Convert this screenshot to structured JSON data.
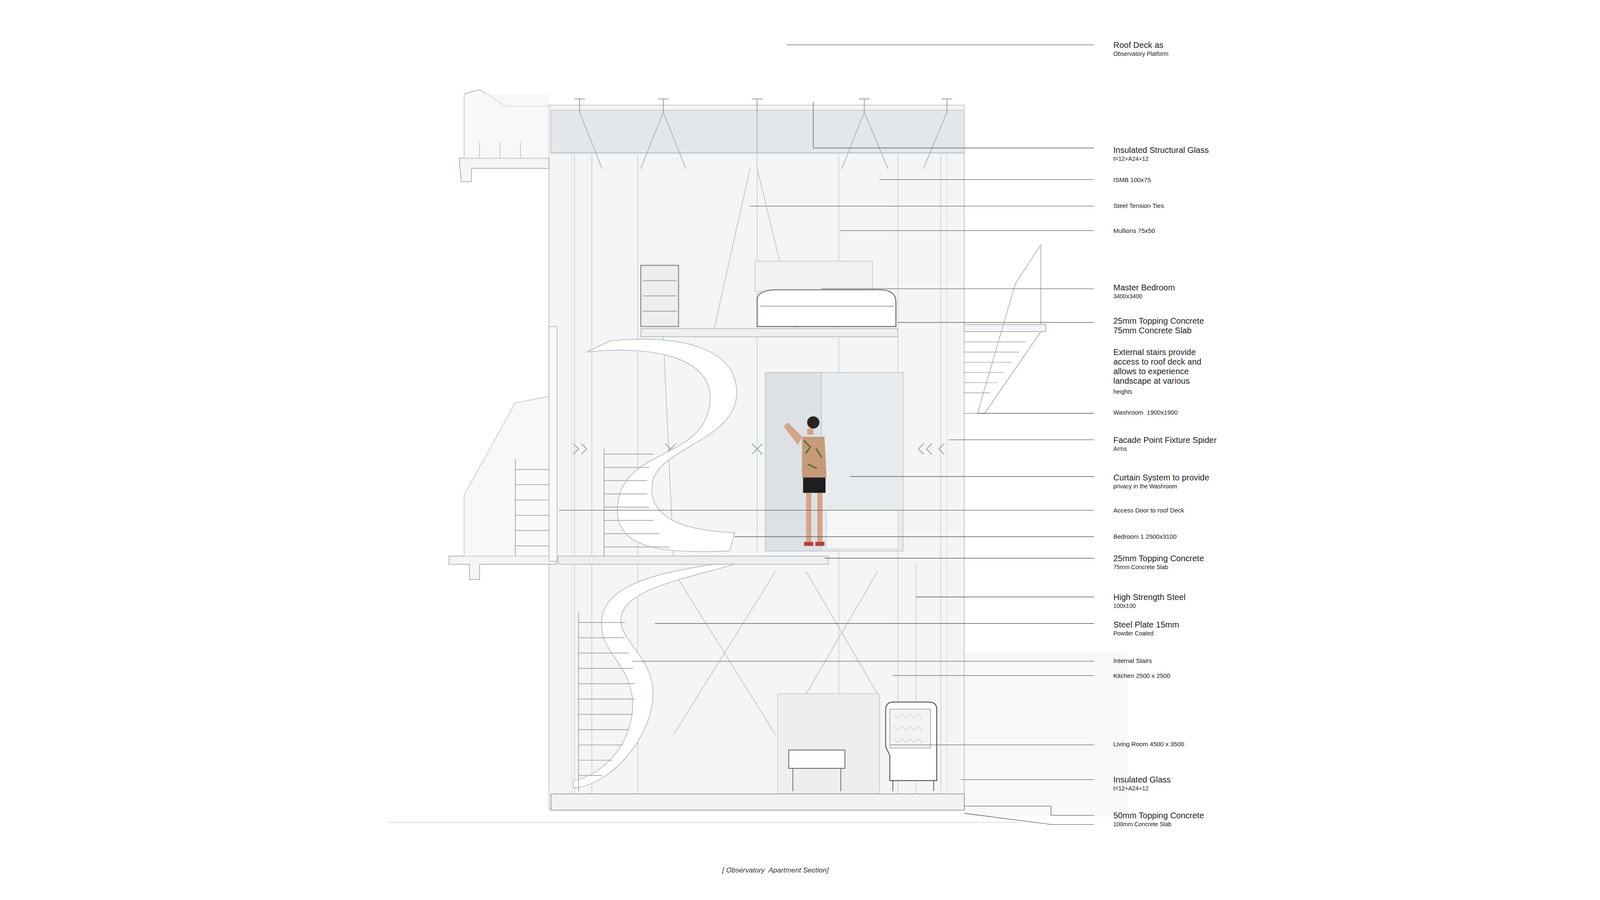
{
  "diagram": {
    "caption": "[ Observatory  Apartment Section]",
    "labels": [
      "Roof Deck as",
      "Observatory Platform",
      "Insulated Structural Glass",
      "t=12+A24+12",
      "ISMB 100x75",
      "Steel Tension Ties",
      "Mullions 75x50",
      "Master Bedroom",
      "3400x3400",
      "25mm Topping Concrete",
      "75mm Concrete Slab",
      "External stairs provide access to roof deck and allows to experience landscape at various",
      "heights",
      "Washroom  1900x1900",
      "Facade Point Fixture Spider",
      "Arms",
      "Curtain System to provide",
      "privacy in the Washroom",
      "Access Door to roof Deck",
      "Bedroom 1 2500x3100",
      "25mm Topping Concrete",
      "75mm Concrete Slab",
      "High Strength Steel",
      "100x100",
      "Steel Plate 15mm",
      "Powder Coated",
      "Internal Stairs",
      "Kitchen 2500 x 2500",
      "Living Room 4500 x 3500",
      "Insulated Glass",
      "t=12+A24+12",
      "50mm Topping Concrete",
      "100mm Concrete Slab"
    ]
  }
}
